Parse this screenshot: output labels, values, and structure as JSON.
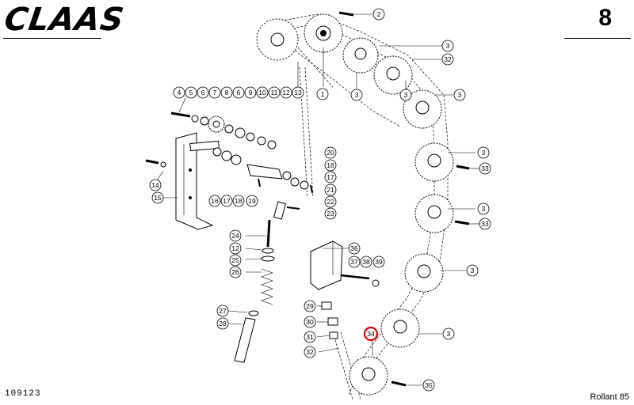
{
  "header": {
    "brand": "CLAAS",
    "page_number": "8"
  },
  "footer": {
    "code": "109123",
    "model": "Rollant 85"
  },
  "highlight_color": "#d40000",
  "callouts": [
    {
      "id": "c1",
      "label": "1"
    },
    {
      "id": "c2",
      "label": "2"
    },
    {
      "id": "c3a",
      "label": "3"
    },
    {
      "id": "c3b",
      "label": "3"
    },
    {
      "id": "c3c",
      "label": "3"
    },
    {
      "id": "c3d",
      "label": "3"
    },
    {
      "id": "c3e",
      "label": "3"
    },
    {
      "id": "c3f",
      "label": "3"
    },
    {
      "id": "c3g",
      "label": "3"
    },
    {
      "id": "c3h",
      "label": "3"
    },
    {
      "id": "c3i",
      "label": "3"
    },
    {
      "id": "c4",
      "label": "4"
    },
    {
      "id": "c5",
      "label": "5"
    },
    {
      "id": "c6a",
      "label": "6"
    },
    {
      "id": "c7",
      "label": "7"
    },
    {
      "id": "c8",
      "label": "8"
    },
    {
      "id": "c6b",
      "label": "6"
    },
    {
      "id": "c9",
      "label": "9"
    },
    {
      "id": "c10",
      "label": "10"
    },
    {
      "id": "c11",
      "label": "11"
    },
    {
      "id": "c12a",
      "label": "12"
    },
    {
      "id": "c13",
      "label": "13"
    },
    {
      "id": "c14",
      "label": "14"
    },
    {
      "id": "c15",
      "label": "15"
    },
    {
      "id": "c16",
      "label": "16"
    },
    {
      "id": "c17a",
      "label": "17"
    },
    {
      "id": "c18a",
      "label": "18"
    },
    {
      "id": "c19",
      "label": "19"
    },
    {
      "id": "c20",
      "label": "20"
    },
    {
      "id": "c18b",
      "label": "18"
    },
    {
      "id": "c17b",
      "label": "17"
    },
    {
      "id": "c21",
      "label": "21"
    },
    {
      "id": "c22",
      "label": "22"
    },
    {
      "id": "c23",
      "label": "23"
    },
    {
      "id": "c24",
      "label": "24"
    },
    {
      "id": "c12b",
      "label": "12"
    },
    {
      "id": "c25",
      "label": "25"
    },
    {
      "id": "c26",
      "label": "26"
    },
    {
      "id": "c27",
      "label": "27"
    },
    {
      "id": "c28",
      "label": "28"
    },
    {
      "id": "c29",
      "label": "29"
    },
    {
      "id": "c30",
      "label": "30"
    },
    {
      "id": "c31",
      "label": "31"
    },
    {
      "id": "c32a",
      "label": "32"
    },
    {
      "id": "c32b",
      "label": "32"
    },
    {
      "id": "c33a",
      "label": "33"
    },
    {
      "id": "c33b",
      "label": "33"
    },
    {
      "id": "c34",
      "label": "34"
    },
    {
      "id": "c35",
      "label": "35"
    },
    {
      "id": "c36",
      "label": "36"
    },
    {
      "id": "c37",
      "label": "37"
    },
    {
      "id": "c38",
      "label": "38"
    },
    {
      "id": "c39",
      "label": "39"
    }
  ]
}
